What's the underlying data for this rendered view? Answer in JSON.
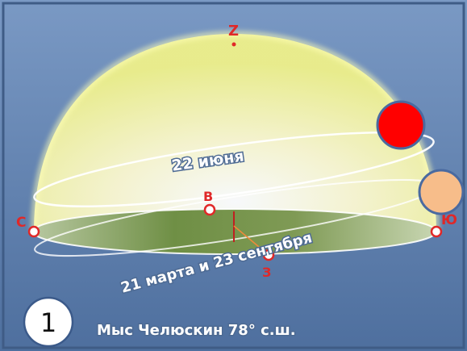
{
  "diagram": {
    "zenith_label": "Z",
    "north_label": "С",
    "south_label": "Ю",
    "east_label": "В",
    "west_label": "З",
    "orbit_summer_label": "22 июня",
    "orbit_equinox_label": "21 марта и 23 сентября",
    "caption": "Мыс Челюскин 78° с.ш.",
    "slide_number": "1"
  },
  "colors": {
    "background": "#5c7fb0",
    "dome": "#f6f2a6",
    "horizon_ground": "#6f8f45",
    "marker_red": "#ff0000",
    "marker_peach": "#f7bd8a",
    "label_red": "#e02828"
  }
}
